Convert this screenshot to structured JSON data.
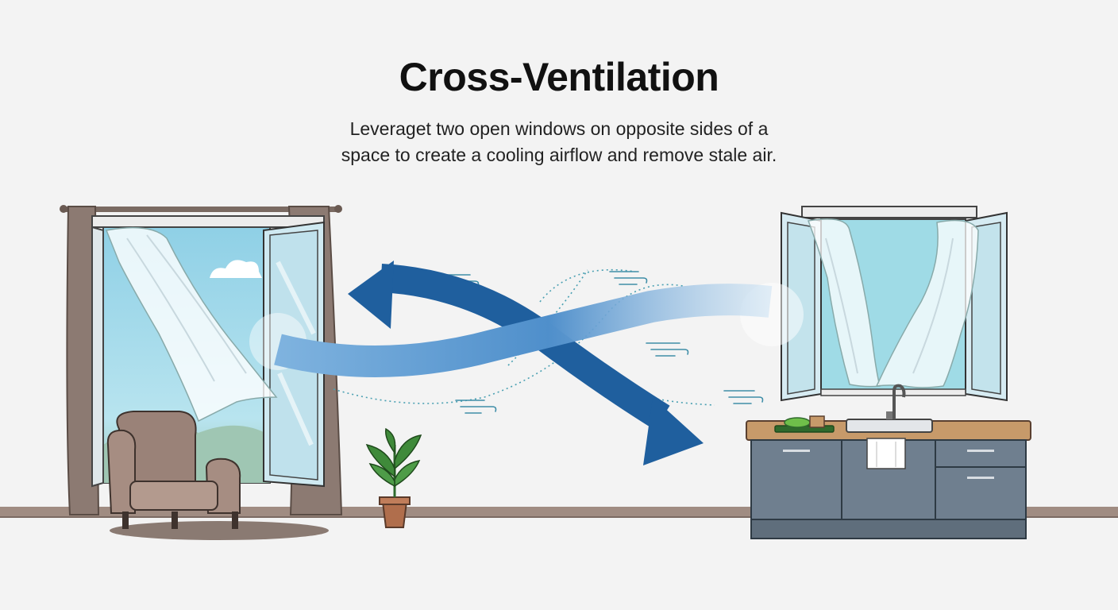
{
  "title": "Cross-Ventilation",
  "subtitle": {
    "line1": "Leveraget two open windows on opposite sides of a",
    "line2": "space to create a cooling airflow and remove stale air."
  },
  "colors": {
    "background": "#f3f3f3",
    "arrow_dark": "#1f5f9e",
    "arrow_light": "#5c9bd3",
    "sky": "#a9dbe9",
    "curtain": "#8c7a72",
    "armchair": "#9a8278",
    "cabinet": "#6f7f8f",
    "countertop": "#c79a6a",
    "floor_line": "#a08c82",
    "plant": "#3f8a3a",
    "pot": "#b06e4c"
  },
  "icons": {
    "wind_lines": "wind-lines-icon",
    "plant": "potted-plant-icon",
    "armchair": "armchair-icon",
    "sink": "kitchen-sink-icon"
  }
}
